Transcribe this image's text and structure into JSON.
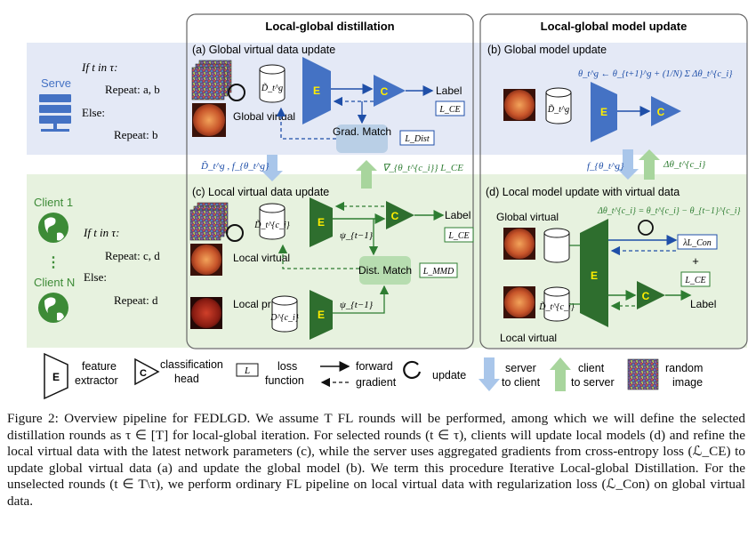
{
  "figure": {
    "panels": {
      "local_global_distillation": "Local-global distillation",
      "local_global_model_update": "Local-global model update"
    },
    "server": {
      "label": "Serve",
      "if_line": "If t in τ:",
      "repeat_ab": "Repeat: a, b",
      "else_line": "Else:",
      "repeat_b": "Repeat: b"
    },
    "clients": {
      "client1": "Client 1",
      "clientN": "Client N",
      "ellipsis": "⋮",
      "if_line": "If t in τ:",
      "repeat_cd": "Repeat: c, d",
      "else_line": "Else:",
      "repeat_d": "Repeat: d"
    },
    "a": {
      "title": "(a) Global virtual data update",
      "global_virtual": "Global virtual",
      "label": "Label",
      "loss_ce": "L_CE",
      "grad_match": "Grad. Match",
      "loss_dist": "L_Dist",
      "data_sym": "D̃_t^g"
    },
    "b": {
      "title": "(b) Global model update",
      "update_eq": "θ_t^g ← θ_{t+1}^g + (1/N) Σ Δθ_t^{c_i}",
      "data_sym": "D̃_t^g"
    },
    "c": {
      "title": "(c) Local virtual data update",
      "label": "Label",
      "loss_ce": "L_CE",
      "psi1": "ψ_{t−1}",
      "psi2": "ψ_{t−1}",
      "dist_match": "Dist. Match",
      "loss_mmd": "L_MMD",
      "local_virtual": "Local virtual",
      "local_private": "Local private",
      "data_sym": "D̃_t^{c_i}",
      "private_sym": "D^{c_i}"
    },
    "d": {
      "title": "(d) Local model update with virtual data",
      "global_virtual": "Global virtual",
      "local_virtual": "Local virtual",
      "delta_eq": "Δθ_t^{c_i} = θ_t^{c_i} − θ_{t−1}^{c_i}",
      "loss_con": "λL_Con",
      "plus": "+",
      "loss_ce": "L_CE",
      "label": "Label"
    },
    "transfer": {
      "down_left": "D̃_t^g , f_{θ_t^g}",
      "up_left": "∇_{θ_t^{c_i}} L_CE",
      "down_right": "f_{θ_t^g}",
      "up_right": "Δθ_t^{c_i}"
    },
    "legend": {
      "feature_extractor": "feature extractor",
      "classification_head": "classification head",
      "loss_function": "loss function",
      "forward": "forward",
      "gradient": "gradient",
      "update": "update",
      "server_to_client": "server to client",
      "client_to_server": "client to server",
      "random_image": "random image",
      "E": "E",
      "C": "C",
      "L": "L"
    },
    "colors": {
      "server_blue": "#4472c4",
      "client_green": "#3d8b37",
      "server_bg": "#e4e9f6",
      "client_bg": "#e7f2df",
      "encoder_yellow": "#ffee00",
      "match_blue": "#b9cfe6",
      "match_green": "#b7ddb0"
    }
  },
  "caption": {
    "fig_label": "Figure 2:",
    "text": "Overview pipeline for FEDLGD. We assume T FL rounds will be performed, among which we will define the selected distillation rounds as τ ∈ [T] for local-global iteration. For selected rounds (t ∈ τ), clients will update local models (d) and refine the local virtual data with the latest network parameters (c), while the server uses aggregated gradients from cross-entropy loss (ℒ_CE) to update global virtual data (a) and update the global model (b). We term this procedure Iterative Local-global Distillation. For the unselected rounds (t ∈ T\\τ), we perform ordinary FL pipeline on local virtual data with regularization loss (ℒ_Con) on global virtual data."
  }
}
